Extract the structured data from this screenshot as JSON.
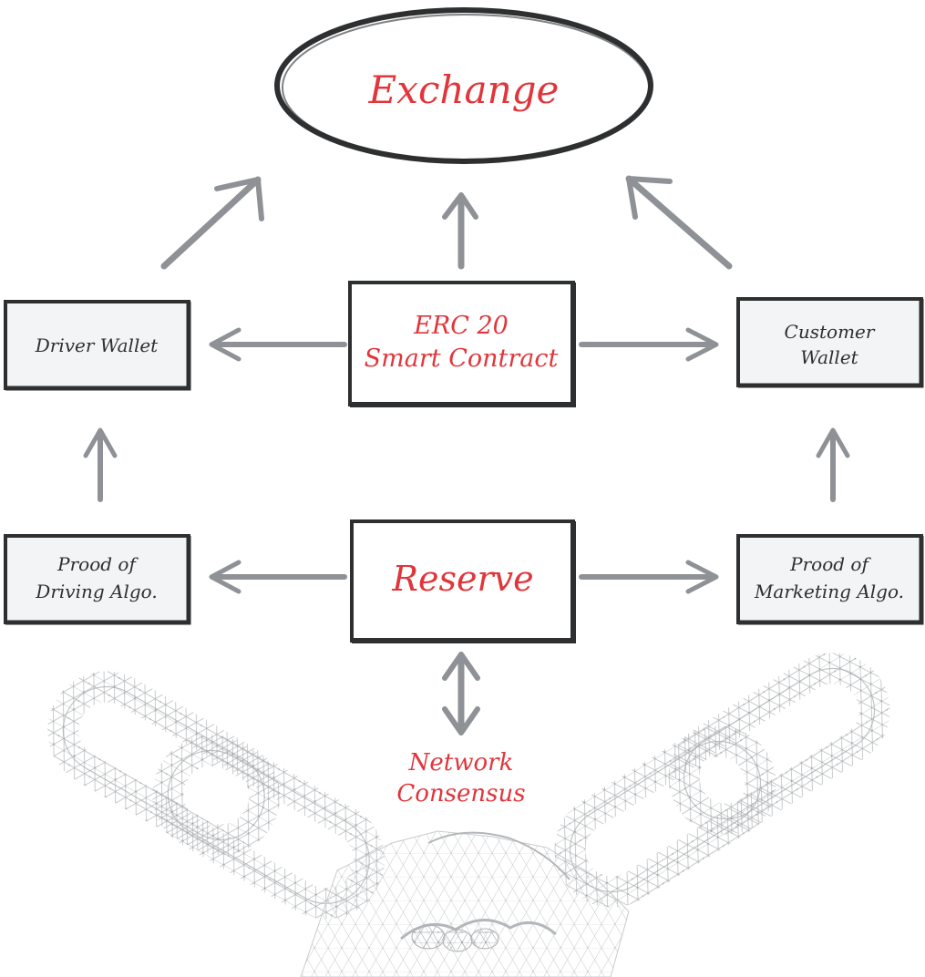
{
  "nodes": {
    "exchange": {
      "label": "Exchange"
    },
    "erc20": {
      "line1": "ERC 20",
      "line2": "Smart Contract"
    },
    "driver_wallet": {
      "label": "Driver Wallet"
    },
    "customer_wallet": {
      "line1": "Customer",
      "line2": "Wallet"
    },
    "reserve": {
      "label": "Reserve"
    },
    "proof_driving": {
      "line1": "Prood of",
      "line2": "Driving Algo."
    },
    "proof_marketing": {
      "line1": "Prood of",
      "line2": "Marketing Algo."
    },
    "network_consensus": {
      "line1": "Network",
      "line2": "Consensus"
    }
  },
  "colors": {
    "accent_red": "#e2353b",
    "ink_dark": "#2d2f30",
    "arrow_gray": "#8e9296",
    "box_fill": "#f3f4f5",
    "network_gray": "#b9bcbf"
  },
  "illustration": {
    "icons": [
      "chain-link-left-icon",
      "chain-link-right-icon",
      "handshake-icon"
    ]
  }
}
